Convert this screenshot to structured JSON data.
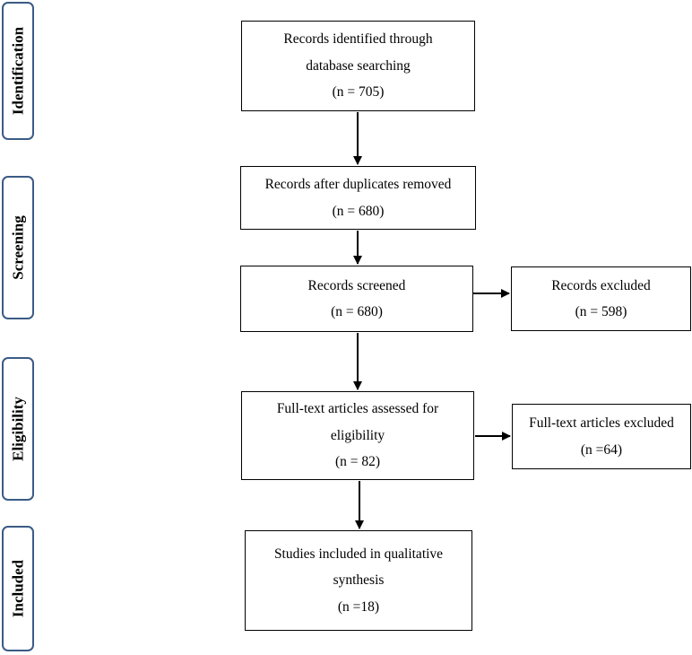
{
  "stages": {
    "identification": "Identification",
    "screening": "Screening",
    "eligibility": "Eligibility",
    "included": "Included"
  },
  "boxes": {
    "identified": {
      "line1": "Records identified through",
      "line2": "database searching",
      "count": "(n = 705)"
    },
    "duplicates_removed": {
      "line1": "Records after duplicates removed",
      "count": "(n = 680)"
    },
    "screened": {
      "line1": "Records screened",
      "count": "(n = 680)"
    },
    "excluded": {
      "line1": "Records excluded",
      "count": "(n = 598)"
    },
    "full_text_assessed": {
      "line1": "Full-text articles assessed for",
      "line2": "eligibility",
      "count": "(n = 82)"
    },
    "full_text_excluded": {
      "line1": "Full-text articles excluded",
      "count": "(n =64)"
    },
    "included_studies": {
      "line1": "Studies included in qualitative",
      "line2": "synthesis",
      "count": "(n =18)"
    }
  },
  "colors": {
    "stage_border": "#3b5b86",
    "box_border": "#000000",
    "arrow": "#000000"
  }
}
